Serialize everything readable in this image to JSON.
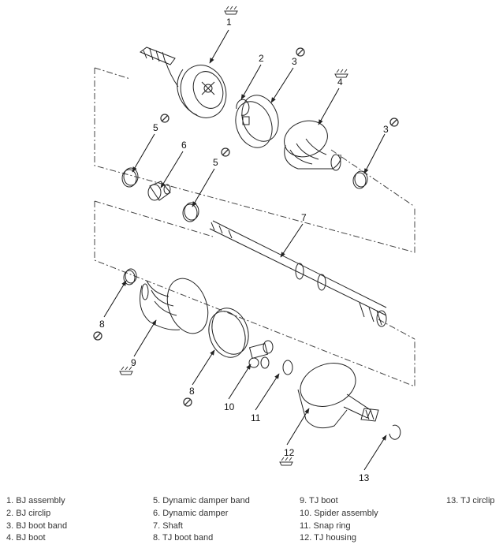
{
  "callouts": {
    "c1": "1",
    "c2": "2",
    "c3a": "3",
    "c3b": "3",
    "c4": "4",
    "c5a": "5",
    "c5b": "5",
    "c6": "6",
    "c7": "7",
    "c8a": "8",
    "c8b": "8",
    "c9": "9",
    "c10": "10",
    "c11": "11",
    "c12": "12",
    "c13": "13"
  },
  "legend": {
    "col1": [
      "1. BJ assembly",
      "2. BJ circlip",
      "3. BJ boot band",
      "4. BJ boot"
    ],
    "col2": [
      "5. Dynamic damper band",
      "6. Dynamic damper",
      "7. Shaft",
      "8. TJ boot band"
    ],
    "col3": [
      "9. TJ boot",
      "10. Spider assembly",
      "11. Snap ring",
      "12. TJ housing"
    ],
    "col4": [
      "13. TJ circlip"
    ]
  },
  "symbols": {
    "no_reuse": "no-reuse-icon",
    "grease": "grease-icon"
  },
  "colors": {
    "line": "#222222"
  }
}
